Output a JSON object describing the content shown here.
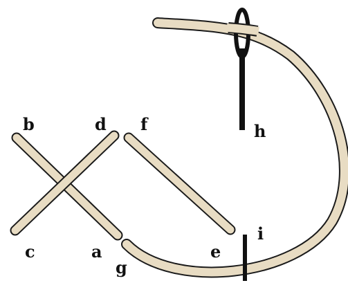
{
  "labels": {
    "a": "a",
    "b": "b",
    "c": "c",
    "d": "d",
    "e": "e",
    "f": "f",
    "g": "g",
    "h": "h",
    "i": "i"
  },
  "colors": {
    "thread_fill": "#e8dcc3",
    "thread_outline": "#1a1a1a",
    "needle": "#111111",
    "background": "#ffffff"
  }
}
